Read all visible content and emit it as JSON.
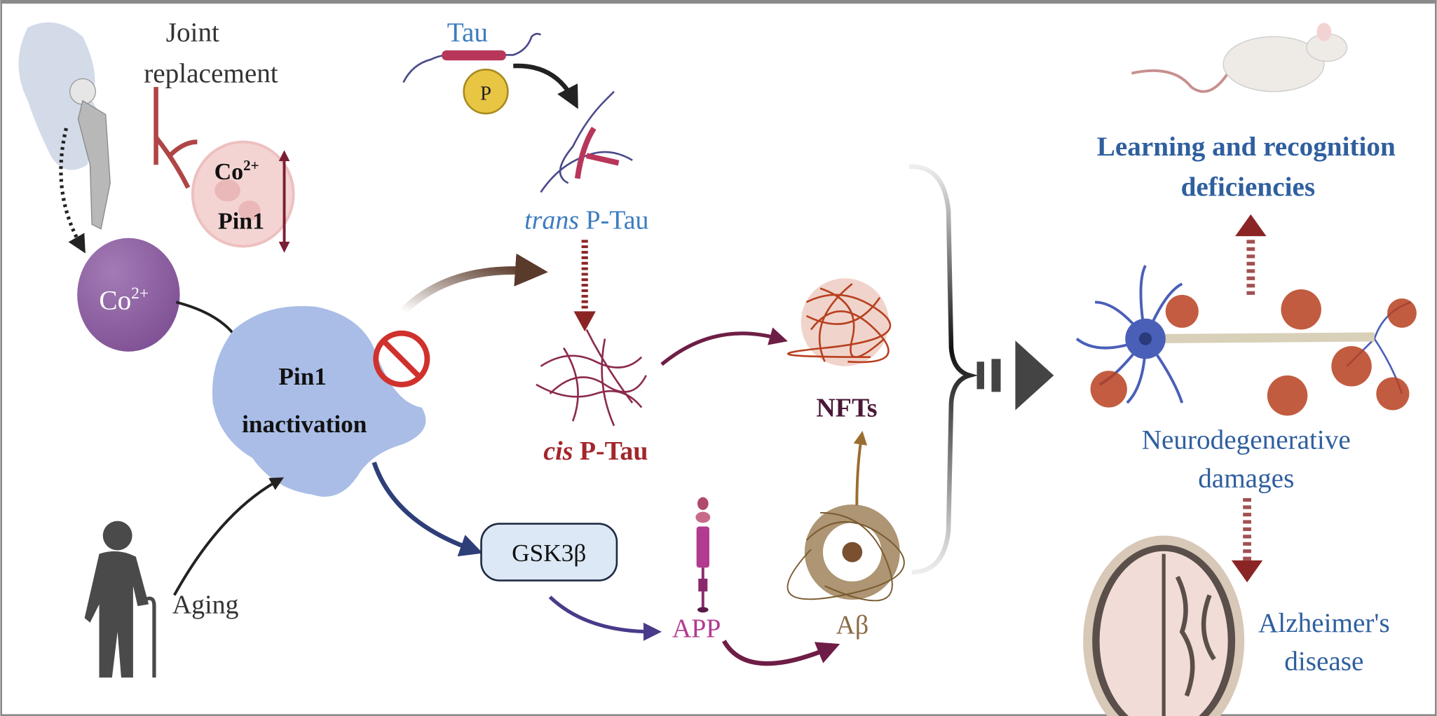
{
  "labels": {
    "joint_line1": "Joint",
    "joint_line2": "replacement",
    "co_inset": "Co",
    "co_inset_sup": "2+",
    "pin1_inset": "Pin1",
    "co_ion": "Co",
    "co_ion_sup": "2+",
    "pin1_line1": "Pin1",
    "pin1_line2": "inactivation",
    "tau": "Tau",
    "phosphate": "P",
    "trans_italic": "trans",
    "trans_rest": " P-Tau",
    "cis_italic": "cis",
    "cis_rest": " P-Tau",
    "nfts": "NFTs",
    "gsk": "GSK3β",
    "app": "APP",
    "abeta": "Aβ",
    "aging": "Aging",
    "learning_line1": "Learning and recognition",
    "learning_line2": "deficiencies",
    "neuro_line1": "Neurodegenerative",
    "neuro_line2": "damages",
    "alz_line1": "Alzheimer's",
    "alz_line2": "disease"
  },
  "icons": [
    "hip-implant-icon",
    "blood-vessel-icon",
    "cell-icon",
    "cobalt-ion-icon",
    "pin1-protein-icon",
    "prohibition-icon",
    "tau-protein-icon",
    "phosphate-icon",
    "p-tau-icon",
    "tangle-icon",
    "app-receptor-icon",
    "amyloid-plaque-icon",
    "elderly-person-icon",
    "mouse-icon",
    "neuron-icon",
    "brain-icon"
  ],
  "colors": {
    "blue_text": "#2f5f9e",
    "tau_blue": "#3d7cc0",
    "cis_red": "#a3262a",
    "nfts_purple": "#4a1838",
    "app_magenta": "#b23a8f",
    "abeta_brown": "#8a6a44",
    "co_purple": "#8c5fa0",
    "pin1_blue": "#a9bde6",
    "stop_red": "#d0312d"
  }
}
